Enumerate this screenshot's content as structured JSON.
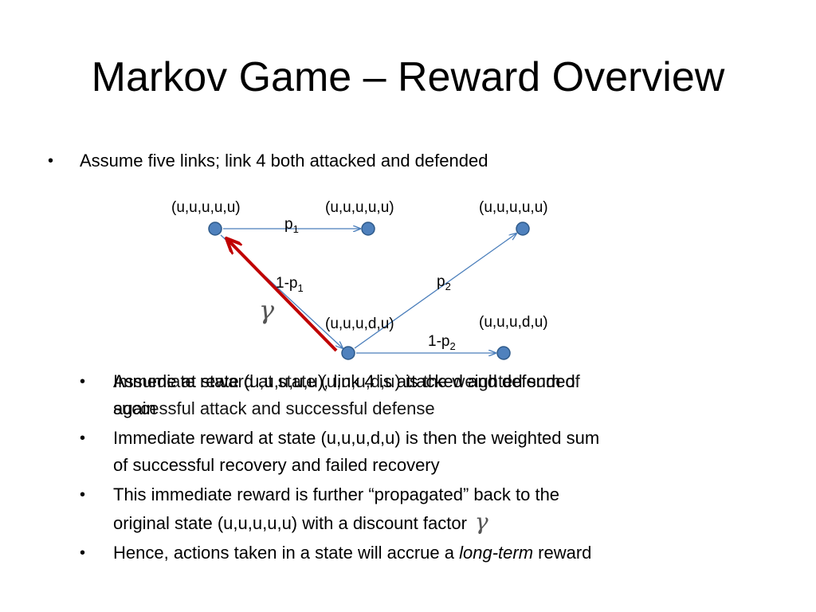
{
  "slide": {
    "title": "Markov Game – Reward Overview",
    "top_bullet": "Assume five links; link 4 both attacked and defended"
  },
  "diagram": {
    "nodes": [
      {
        "id": "n1",
        "label": "(u,u,u,u,u)"
      },
      {
        "id": "n2",
        "label": "(u,u,u,u,u)"
      },
      {
        "id": "n3",
        "label": "(u,u,u,u,u)"
      },
      {
        "id": "n4",
        "label": "(u,u,u,d,u)"
      },
      {
        "id": "n5",
        "label": "(u,u,u,d,u)"
      }
    ],
    "edges": {
      "p1": {
        "base": "p",
        "sub": "1"
      },
      "one_minus_p1": {
        "base": "1-p",
        "sub": "1"
      },
      "p2": {
        "base": "p",
        "sub": "2"
      },
      "one_minus_p2": {
        "base": "1-p",
        "sub": "2"
      }
    },
    "discount_symbol": "γ",
    "colors": {
      "node_fill": "#4f81bd",
      "node_stroke": "#2e5a8a",
      "edge": "#4a7ebb",
      "feedback": "#c00000"
    }
  },
  "bullets": {
    "b1_a": "Assume at state (u,u,u,u,u), link 4 is attacked and defended",
    "b1_b": "Immediate reward at state (u,u,u,d,u) is the weighted sum of",
    "b1_line2_a": "again",
    "b1_line2_b": "successful attack and successful defense",
    "b2_line1": "Immediate reward at state (u,u,u,d,u) is then the weighted sum",
    "b2_line2": "of successful recovery and failed recovery",
    "b3_line1": "This immediate reward is further “propagated” back to the",
    "b3_line2": "original state (u,u,u,u,u) with a discount factor",
    "b3_gamma": "γ",
    "b4_pre": "Hence, actions taken in a state will accrue a ",
    "b4_em": "long-term",
    "b4_post": " reward"
  }
}
